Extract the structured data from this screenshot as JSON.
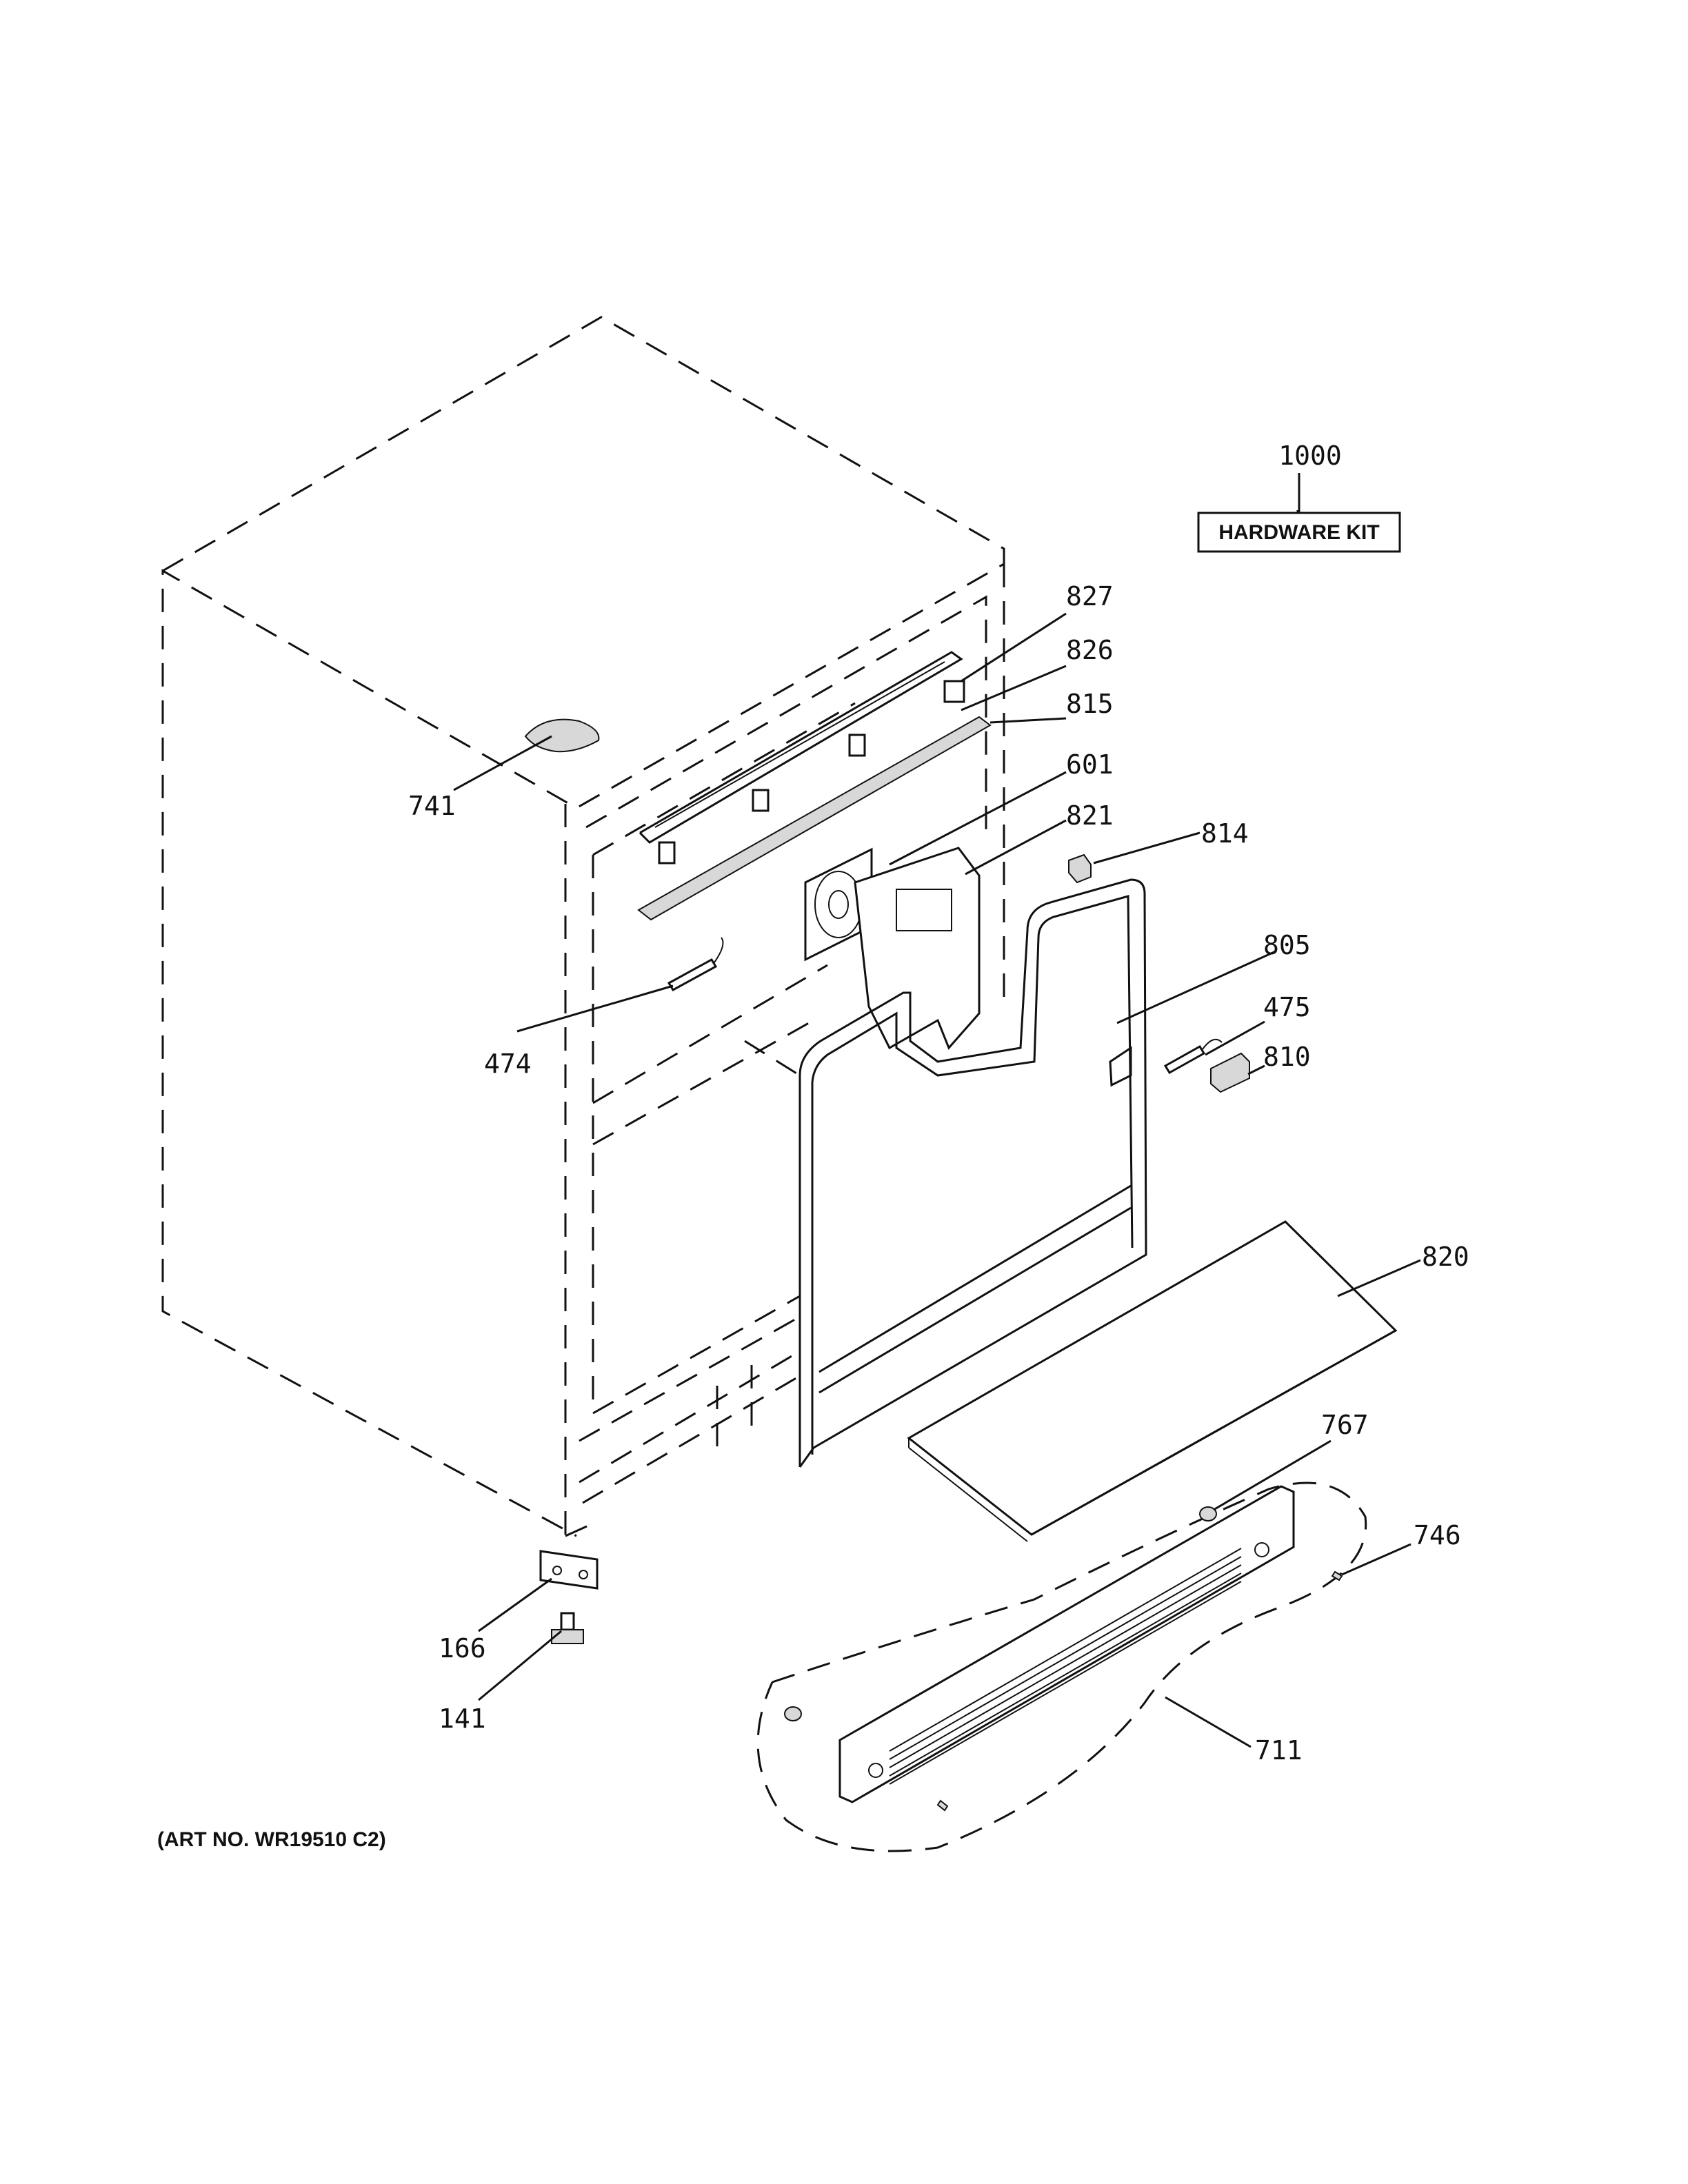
{
  "hardware_kit": {
    "number": "1000",
    "label": "HARDWARE KIT"
  },
  "art_number": "(ART NO. WR19510 C2)",
  "callouts": [
    "827",
    "826",
    "815",
    "601",
    "821",
    "814",
    "805",
    "475",
    "810",
    "741",
    "474",
    "820",
    "767",
    "746",
    "166",
    "141",
    "711"
  ]
}
